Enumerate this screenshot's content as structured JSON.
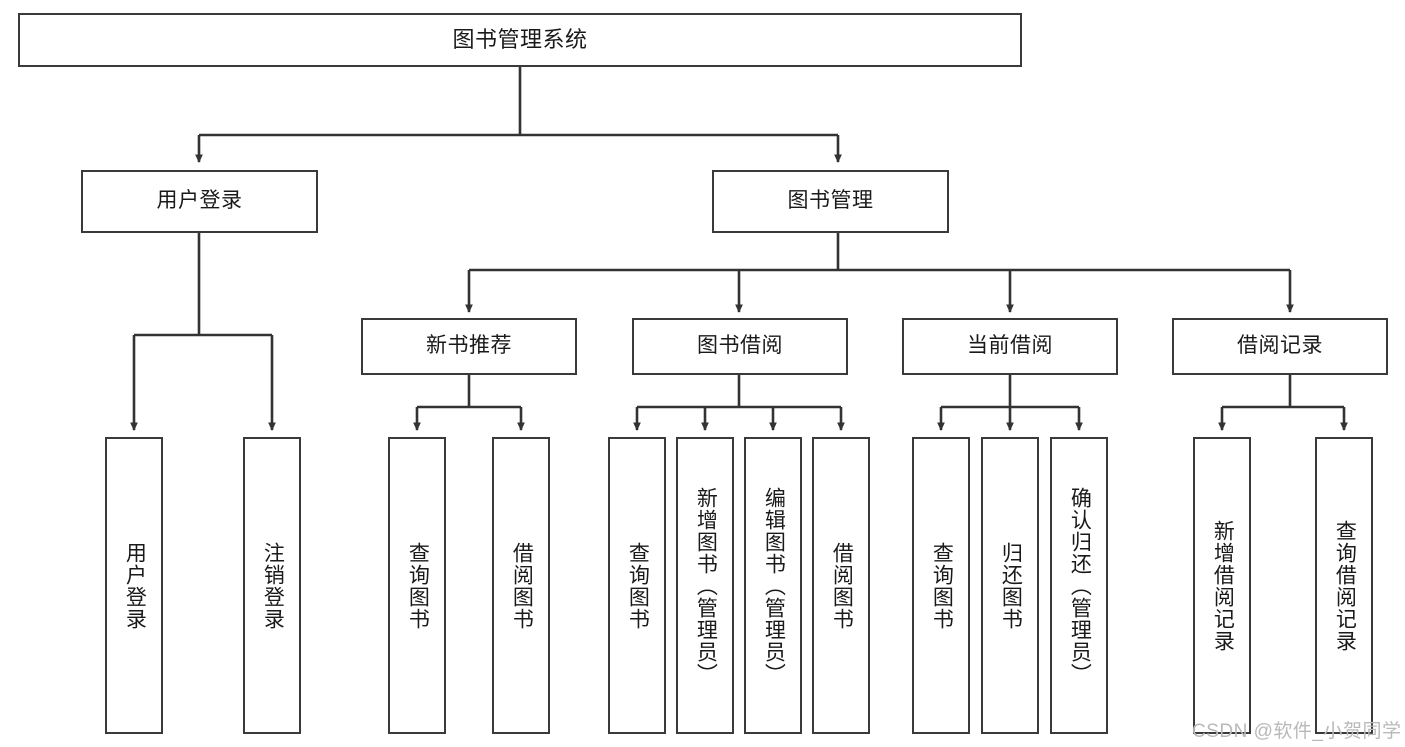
{
  "diagram": {
    "title": "图书管理系统",
    "type": "tree-hierarchy-chart",
    "colors": {
      "box_border": "#3a3a3a",
      "box_fill": "#ffffff",
      "edge": "#333333",
      "text": "#1a1a1a",
      "watermark": "#b9b9b9"
    },
    "nodes": {
      "root": {
        "label": "图书管理系统"
      },
      "level1": [
        {
          "label": "用户登录"
        },
        {
          "label": "图书管理"
        }
      ],
      "level2": [
        {
          "label": "新书推荐"
        },
        {
          "label": "图书借阅"
        },
        {
          "label": "当前借阅"
        },
        {
          "label": "借阅记录"
        }
      ],
      "leaves": {
        "user_login": [
          {
            "label": "用户登录"
          },
          {
            "label": "注销登录"
          }
        ],
        "new_book_recommend": [
          {
            "label": "查询图书"
          },
          {
            "label": "借阅图书"
          }
        ],
        "book_borrow": [
          {
            "label": "查询图书"
          },
          {
            "label": "新增图书（管理员）"
          },
          {
            "label": "编辑图书（管理员）"
          },
          {
            "label": "借阅图书"
          }
        ],
        "current_borrow": [
          {
            "label": "查询图书"
          },
          {
            "label": "归还图书"
          },
          {
            "label": "确认归还（管理员）"
          }
        ],
        "borrow_record": [
          {
            "label": "新增借阅记录"
          },
          {
            "label": "查询借阅记录"
          }
        ]
      }
    },
    "watermark": "CSDN @软件_小贺同学"
  }
}
